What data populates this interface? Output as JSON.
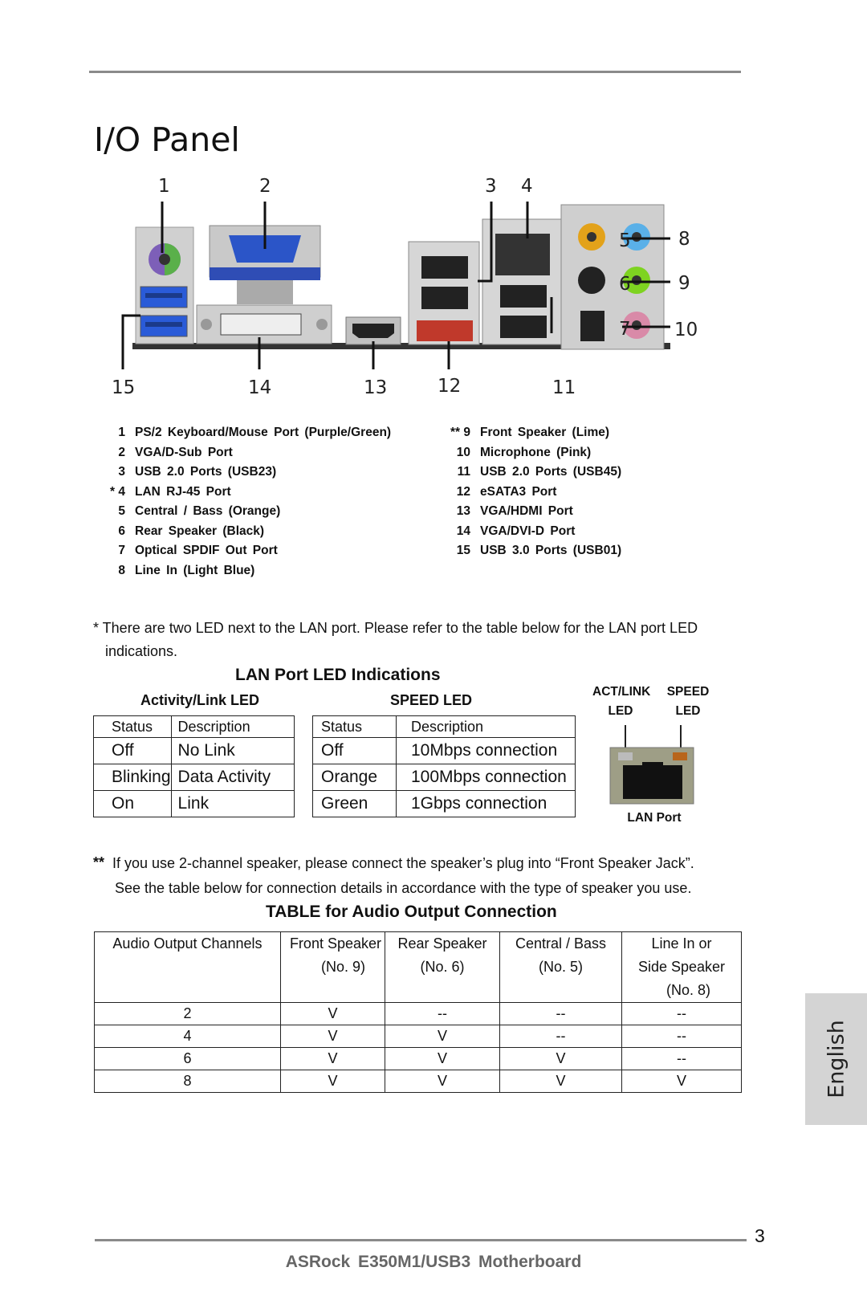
{
  "page": {
    "title": "I/O Panel",
    "page_number": "3",
    "footer": "ASRock  E350M1/USB3  Motherboard",
    "side_tab": "English"
  },
  "diagram": {
    "callouts": [
      "1",
      "2",
      "3",
      "4",
      "5",
      "6",
      "7",
      "8",
      "9",
      "10",
      "11",
      "12",
      "13",
      "14",
      "15"
    ]
  },
  "legend": {
    "left": [
      {
        "num": "1",
        "desc": "PS/2 Keyboard/Mouse Port (Purple/Green)"
      },
      {
        "num": "2",
        "desc": "VGA/D-Sub Port"
      },
      {
        "num": "3",
        "desc": "USB 2.0 Ports (USB23)"
      },
      {
        "num": "* 4",
        "desc": "LAN RJ-45 Port"
      },
      {
        "num": "5",
        "desc": "Central / Bass (Orange)"
      },
      {
        "num": "6",
        "desc": "Rear Speaker (Black)"
      },
      {
        "num": "7",
        "desc": "Optical SPDIF Out Port"
      },
      {
        "num": "8",
        "desc": "Line In (Light Blue)"
      }
    ],
    "right": [
      {
        "num": "** 9",
        "desc": "Front Speaker (Lime)"
      },
      {
        "num": "10",
        "desc": "Microphone (Pink)"
      },
      {
        "num": "11",
        "desc": "USB 2.0 Ports (USB45)"
      },
      {
        "num": "12",
        "desc": "eSATA3 Port"
      },
      {
        "num": "13",
        "desc": "VGA/HDMI Port"
      },
      {
        "num": "14",
        "desc": "VGA/DVI-D Port"
      },
      {
        "num": "15",
        "desc": "USB 3.0 Ports (USB01)"
      }
    ]
  },
  "lan_note": {
    "line1": "* There are two LED next to the LAN port. Please refer to the table below for the LAN port LED",
    "line2": "indications."
  },
  "lan_led": {
    "heading": "LAN Port LED Indications",
    "activity": {
      "title": "Activity/Link LED",
      "headers": [
        "Status",
        "Description"
      ],
      "rows": [
        [
          "Off",
          "No Link"
        ],
        [
          "Blinking",
          "Data Activity"
        ],
        [
          "On",
          "Link"
        ]
      ]
    },
    "speed": {
      "title": "SPEED LED",
      "headers": [
        "Status",
        "Description"
      ],
      "rows": [
        [
          "Off",
          "10Mbps connection"
        ],
        [
          "Orange",
          "100Mbps connection"
        ],
        [
          "Green",
          "1Gbps connection"
        ]
      ]
    },
    "figure": {
      "act_label_1": "ACT/LINK",
      "act_label_2": "LED",
      "speed_label_1": "SPEED",
      "speed_label_2": "LED",
      "caption": "LAN Port"
    }
  },
  "speaker_note": {
    "mark": "**",
    "line1": "If you use 2-channel speaker, please connect the speaker’s plug into “Front Speaker Jack”.",
    "line2": "See the table below for connection details in accordance with the type of speaker you use."
  },
  "audio_table": {
    "heading": "TABLE for Audio Output  Connection",
    "headers": [
      {
        "l1": "Audio Output Channels",
        "l2": "",
        "l3": ""
      },
      {
        "l1": "Front Speaker",
        "l2": "(No. 9)",
        "l3": ""
      },
      {
        "l1": "Rear Speaker",
        "l2": "(No. 6)",
        "l3": ""
      },
      {
        "l1": "Central / Bass",
        "l2": "(No. 5)",
        "l3": ""
      },
      {
        "l1": "Line In or",
        "l2": "Side Speaker",
        "l3": "(No. 8)"
      }
    ],
    "rows": [
      [
        "2",
        "V",
        "--",
        "--",
        "--"
      ],
      [
        "4",
        "V",
        "V",
        "--",
        "--"
      ],
      [
        "6",
        "V",
        "V",
        "V",
        "--"
      ],
      [
        "8",
        "V",
        "V",
        "V",
        "V"
      ]
    ]
  }
}
